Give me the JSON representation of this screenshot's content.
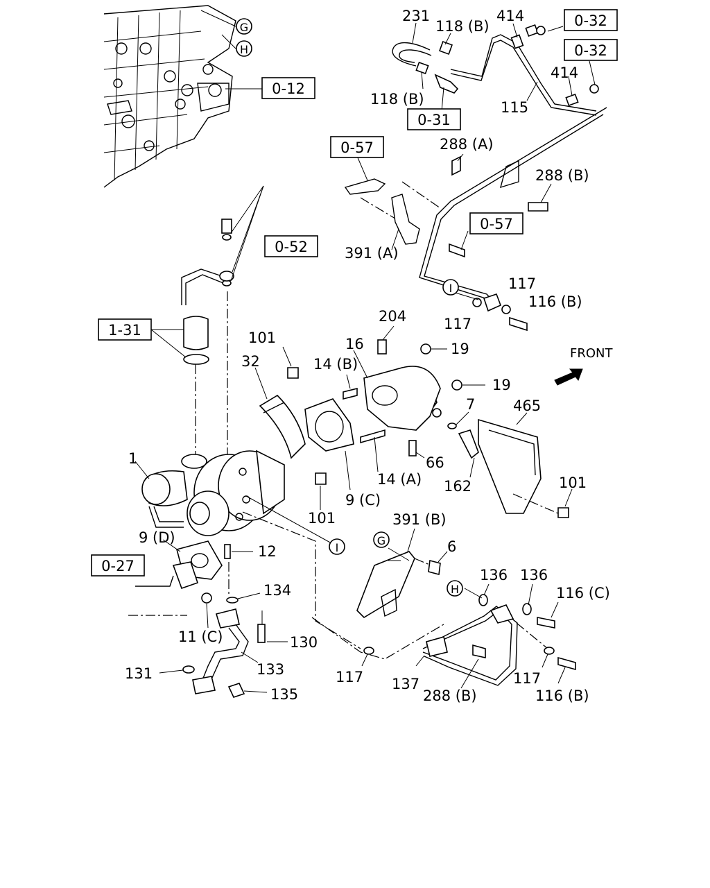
{
  "labels": {
    "231": "231",
    "118b_top": "118 (B)",
    "118b_bot": "118 (B)",
    "414_top": "414",
    "414_mid": "414",
    "115": "115",
    "288a": "288 (A)",
    "288b_top": "288 (B)",
    "391a": "391 (A)",
    "117_a": "117",
    "117_b": "117",
    "116b_top": "116 (B)",
    "204": "204",
    "16": "16",
    "19_a": "19",
    "19_b": "19",
    "101_a": "101",
    "32": "32",
    "14b": "14 (B)",
    "7": "7",
    "465": "465",
    "66": "66",
    "14a": "14 (A)",
    "162": "162",
    "101_b": "101",
    "101_c": "101",
    "9c": "9 (C)",
    "1": "1",
    "9d": "9 (D)",
    "12": "12",
    "391b": "391 (B)",
    "6": "6",
    "136_a": "136",
    "136_b": "136",
    "116c": "116 (C)",
    "134": "134",
    "11c": "11 (C)",
    "130": "130",
    "133": "133",
    "131": "131",
    "135": "135",
    "117_c": "117",
    "137": "137",
    "288b_bot": "288 (B)",
    "117_d": "117",
    "116b_bot": "116 (B)",
    "front": "FRONT"
  },
  "refs": {
    "o12": "0-12",
    "o32_a": "0-32",
    "o32_b": "0-32",
    "o31": "0-31",
    "o57_a": "0-57",
    "o57_b": "0-57",
    "o52": "0-52",
    "r131": "1-31",
    "o27": "0-27"
  },
  "circles": {
    "g_top": "G",
    "h_top": "H",
    "i_top": "I",
    "i_mid": "I",
    "g_bot": "G",
    "h_bot": "H"
  },
  "icons": [
    "front-arrow-icon"
  ]
}
